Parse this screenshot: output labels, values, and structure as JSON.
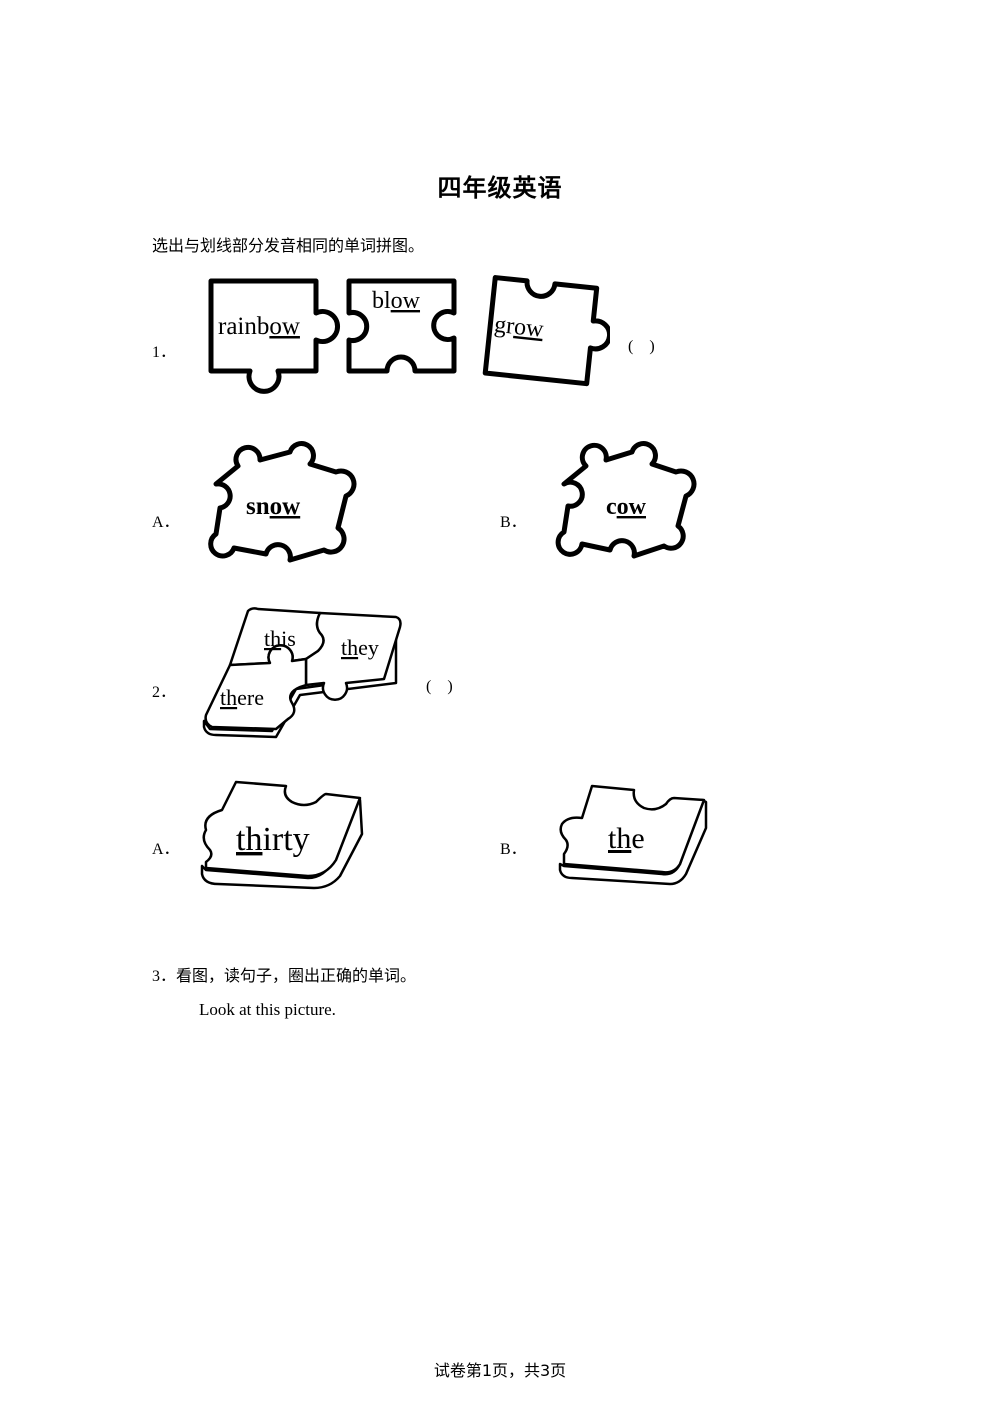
{
  "title": "四年级英语",
  "instruction": "选出与划线部分发音相同的单词拼图。",
  "q1": {
    "number": "1．",
    "paren": "(    )",
    "pieces": [
      {
        "before": "rainb",
        "under": "ow",
        "after": ""
      },
      {
        "before": "bl",
        "under": "ow",
        "after": ""
      },
      {
        "before": "gr",
        "under": "ow",
        "after": ""
      }
    ],
    "options": [
      {
        "label": "A．",
        "before": "sn",
        "under": "ow",
        "after": ""
      },
      {
        "label": "B．",
        "before": "c",
        "under": "ow",
        "after": ""
      }
    ]
  },
  "q2": {
    "number": "2．",
    "paren": "(    )",
    "pieces": [
      {
        "before": "",
        "under": "th",
        "after": "is"
      },
      {
        "before": "",
        "under": "th",
        "after": "ey"
      },
      {
        "before": "",
        "under": "th",
        "after": "ere"
      }
    ],
    "options": [
      {
        "label": "A．",
        "before": "",
        "under": "th",
        "after": "irty"
      },
      {
        "label": "B．",
        "before": "",
        "under": "th",
        "after": "e"
      }
    ]
  },
  "q3": {
    "number": "3",
    "text": "．看图，读句子，圈出正确的单词。",
    "sentence": "Look at this picture."
  },
  "footer": "试卷第1页，共3页"
}
